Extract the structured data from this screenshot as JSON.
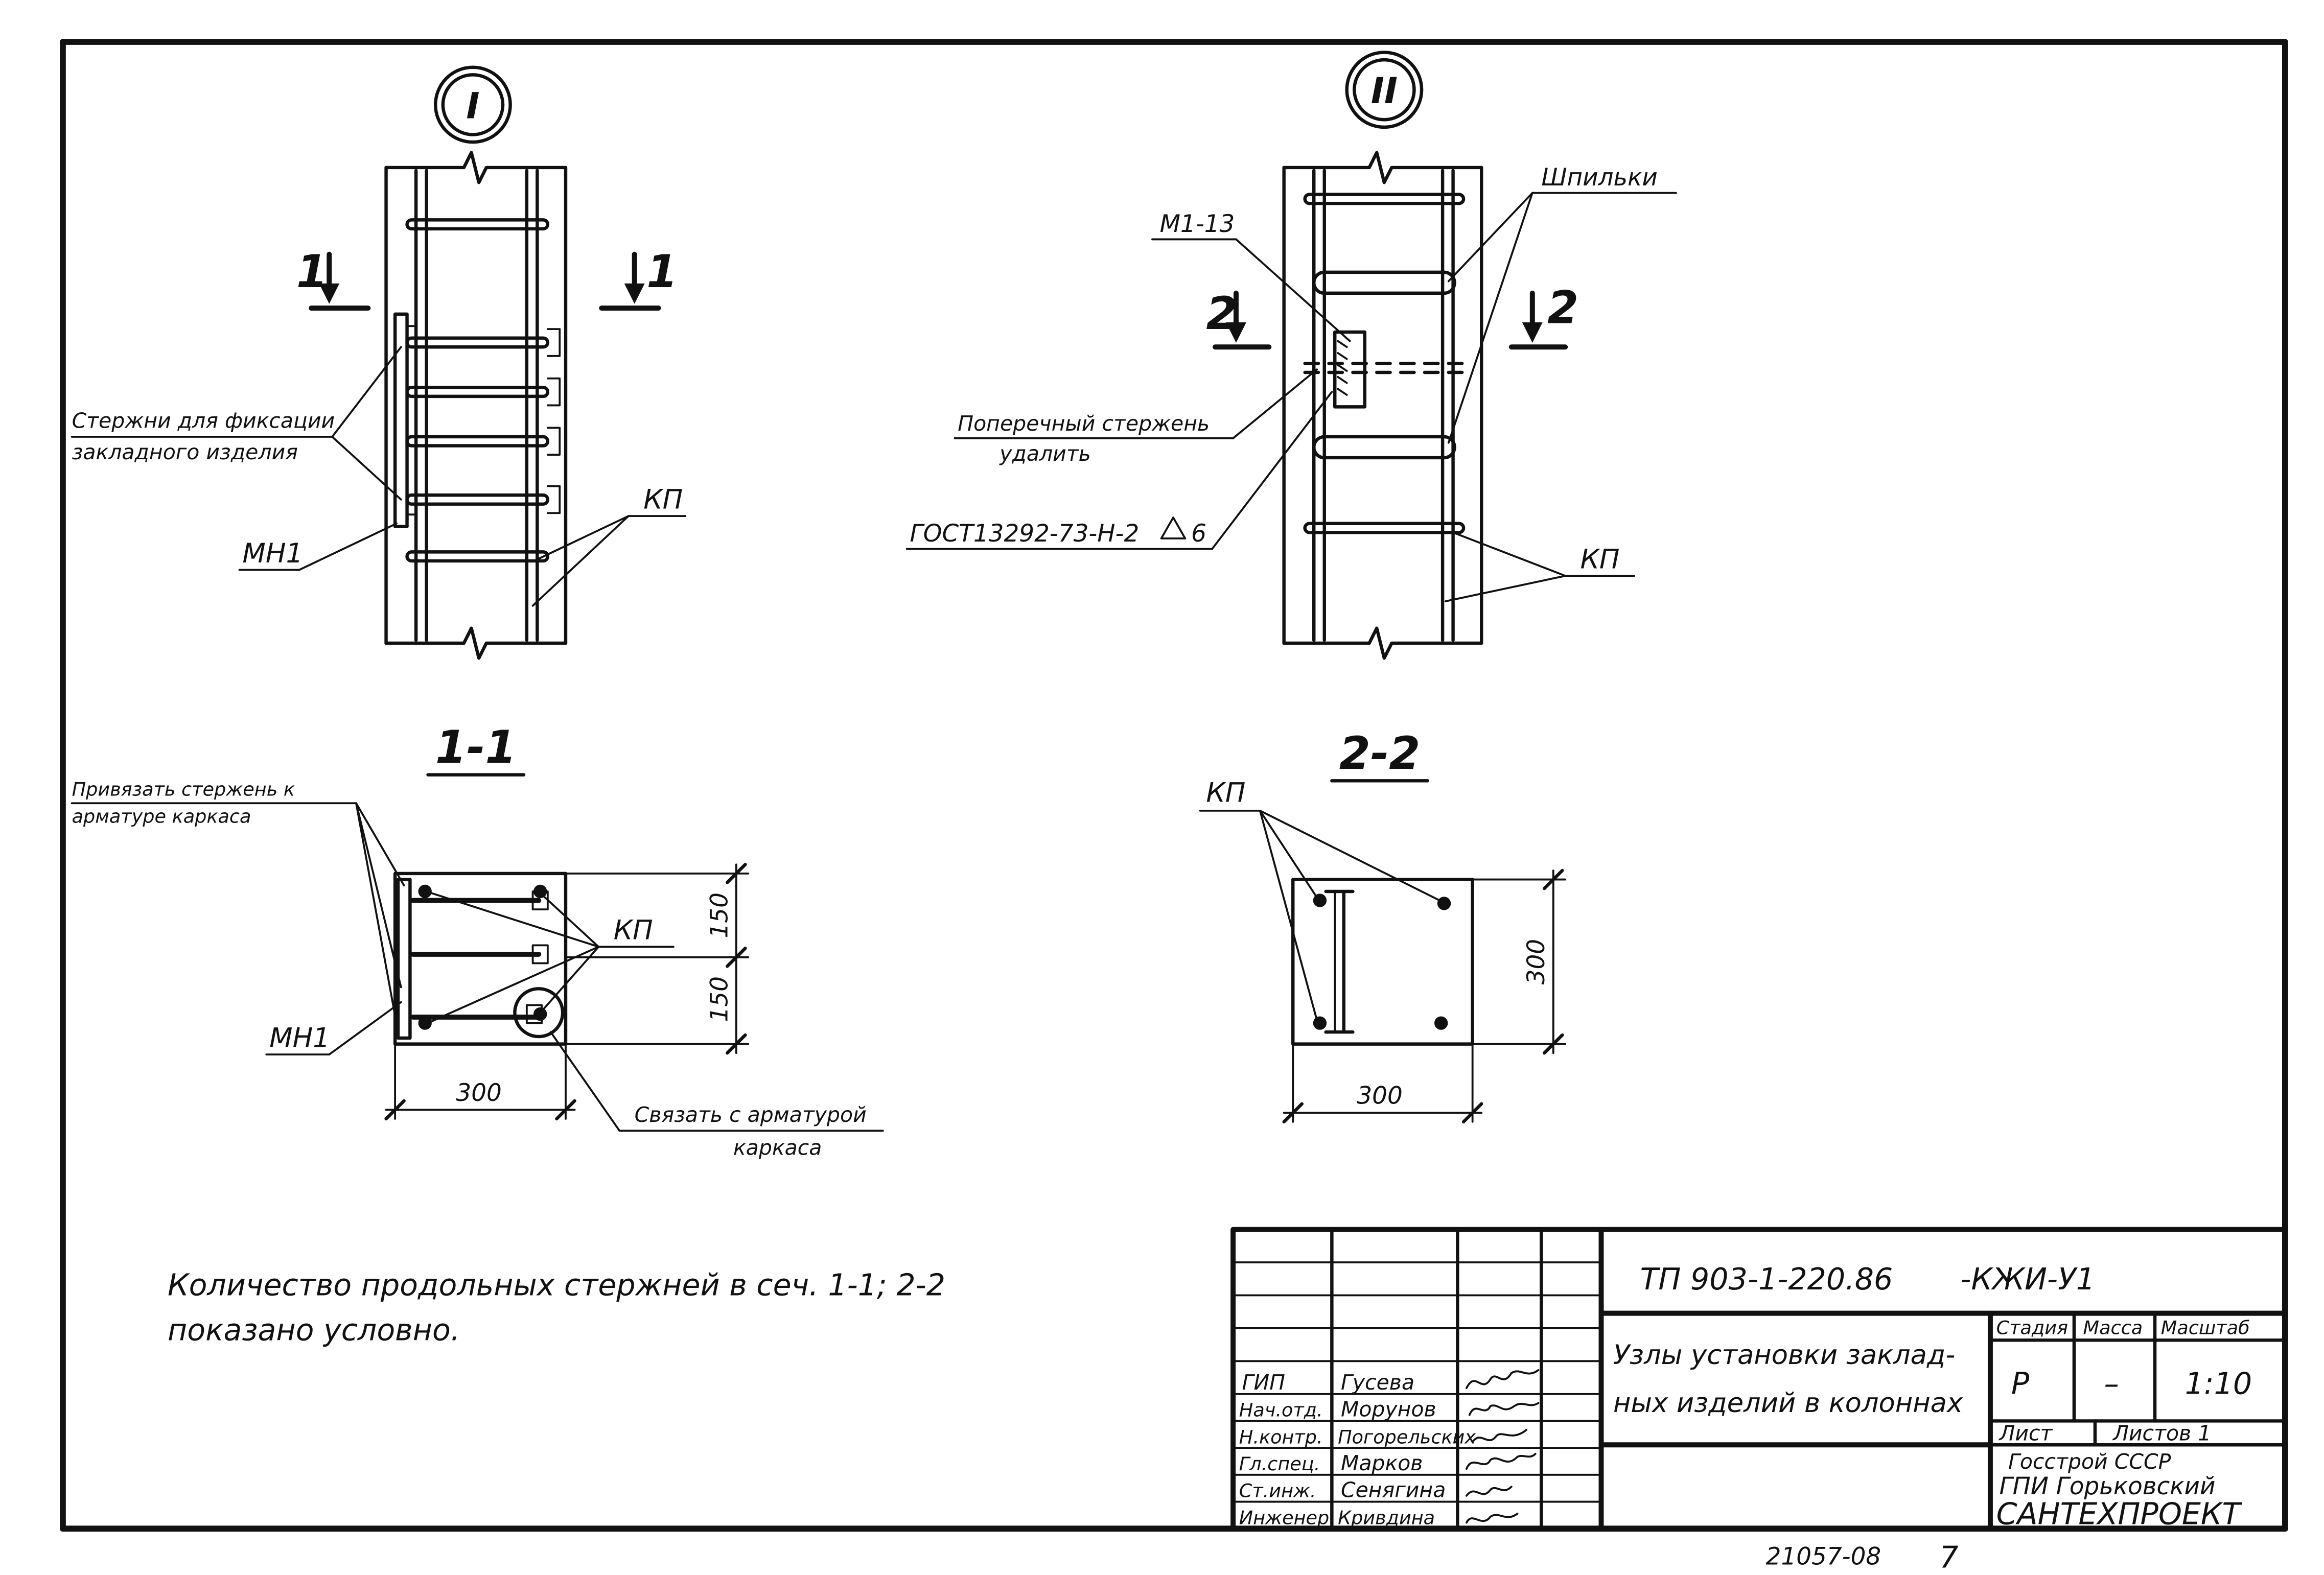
{
  "node_marks": {
    "node1": "I",
    "node2": "II"
  },
  "section_marks": {
    "s1_left": "1",
    "s1_right": "1",
    "s2_left": "2",
    "s2_right": "2"
  },
  "section_titles": {
    "s1": "1-1",
    "s2": "2-2"
  },
  "labels": {
    "rods_fixation_line1": "Стержни для фиксации",
    "rods_fixation_line2": "закладного изделия",
    "mn1_node1": "МН1",
    "kp_node1": "КП",
    "m1_13": "М1-13",
    "studs": "Шпильки",
    "cross_rod_line1": "Поперечный стержень",
    "cross_rod_line2": "удалить",
    "gost_weld": "ГОСТ13292-73-Н-2",
    "weld_size": "6",
    "kp_node2": "КП",
    "tie_rod_line1": "Привязать стержень к",
    "tie_rod_line2": "арматуре каркаса",
    "kp_s1": "КП",
    "mn1_s1": "МН1",
    "bind_line1": "Связать с арматурой",
    "bind_line2": "каркаса",
    "kp_s2": "КП"
  },
  "dimensions": {
    "s1_width": "300",
    "s1_h_top": "150",
    "s1_h_bottom": "150",
    "s2_width": "300",
    "s2_height": "300"
  },
  "note": {
    "line1": "Количество продольных стержней в сеч. 1-1; 2-2",
    "line2": "показано условно."
  },
  "title_block": {
    "doc_code": "ТП 903-1-220.86",
    "doc_suffix": "-КЖИ-У1",
    "title_line1": "Узлы установки заклад-",
    "title_line2": "ных изделий в колоннах",
    "stage_hdr": "Стадия",
    "mass_hdr": "Масса",
    "scale_hdr": "Масштаб",
    "stage": "Р",
    "mass": "–",
    "scale": "1:10",
    "sheet_hdr": "Лист",
    "sheets_hdr": "Листов 1",
    "org_line1": "Госстрой СССР",
    "org_line2": "ГПИ Горьковский",
    "org_line3": "САНТЕХПРОЕКТ",
    "staff": [
      {
        "role": "ГИП",
        "name": "Гусева"
      },
      {
        "role": "Нач.отд.",
        "name": "Морунов"
      },
      {
        "role": "Н.контр.",
        "name": "Погорельских"
      },
      {
        "role": "Гл.спец.",
        "name": "Марков"
      },
      {
        "role": "Ст.инж.",
        "name": "Сенягина"
      },
      {
        "role": "Инженер",
        "name": "Кривдина"
      }
    ]
  },
  "archive_number": "21057-08",
  "page_number": "7"
}
